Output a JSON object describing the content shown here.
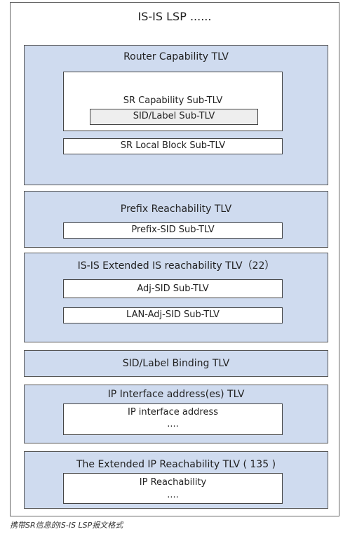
{
  "title": "IS-IS LSP ......",
  "router_capability": {
    "label": "Router Capability TLV",
    "sr_capability": "SR Capability Sub-TLV",
    "sid_label": "SID/Label Sub-TLV",
    "sr_local_block": "SR Local Block Sub-TLV"
  },
  "prefix_reachability": {
    "label": "Prefix Reachability TLV",
    "prefix_sid": "Prefix-SID Sub-TLV"
  },
  "extended_is": {
    "label": "IS-IS Extended IS reachability TLV（22）",
    "adj_sid": "Adj-SID Sub-TLV",
    "lan_adj_sid": "LAN-Adj-SID Sub-TLV"
  },
  "sid_label_binding": {
    "label": "SID/Label Binding TLV"
  },
  "ip_interface": {
    "label": "IP Interface address(es) TLV",
    "line1": "IP interface address",
    "line2": "...."
  },
  "extended_ip": {
    "label": "The Extended IP Reachability TLV ( 135 )",
    "line1": "IP Reachability",
    "line2": "...."
  },
  "caption": "携带SR信息的IS-IS LSP报文格式"
}
